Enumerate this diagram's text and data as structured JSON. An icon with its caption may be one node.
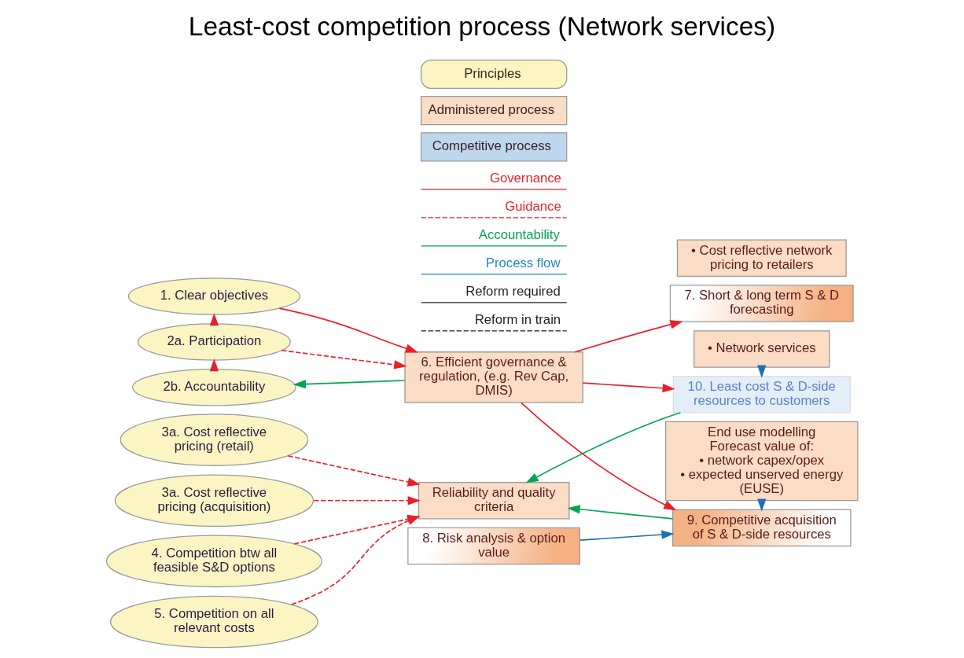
{
  "diagram": {
    "title": "Least-cost competition process (Network services)",
    "nodes": [
      {
        "text": [
          "1. Clear objectives"
        ]
      },
      {
        "text": [
          "2a. Participation"
        ]
      },
      {
        "text": [
          "2b. Accountability"
        ]
      },
      {
        "text": [
          "6. Efficient governance & regulation, (e.g. Rev Cap, DMIS)"
        ]
      },
      {
        "text": [
          "Reliability and quality criteria"
        ]
      },
      {
        "text": [
          "7. Short & long term S & D forecasting"
        ]
      },
      {
        "text": [
          "End use modelling",
          "Forecast value of:",
          "• network capex/opex",
          "• expected unserved energy (EUSE)"
        ]
      },
      {
        "text": [
          "3a. Cost reflective pricing (acquisition)"
        ]
      },
      {
        "text": [
          "9. Competitive acquisition of S & D-side resources"
        ]
      },
      {
        "text": [
          "• Network services"
        ]
      },
      {
        "text": [
          "8. Risk analysis & option value"
        ]
      },
      {
        "text": [
          "4. Competition btw all feasible S&D options"
        ]
      },
      {
        "text": [
          "5. Competition on all relevant costs"
        ]
      },
      {
        "text": [
          "10. Least cost S & D-side resources to customers"
        ]
      },
      {
        "text": [
          "3a. Cost reflective pricing (retail)"
        ]
      },
      {
        "text": [
          "• Cost reflective network pricing to retailers"
        ]
      }
    ],
    "edges": [
      {
        "from": 0,
        "to": 3,
        "arrow": "to",
        "color": "#e8202a"
      },
      {
        "from": 1,
        "to": 3,
        "arrow": "to",
        "style": "dashed",
        "color": "#e8202a"
      },
      {
        "from": 1,
        "to": 0,
        "arrow": "to",
        "color": "#e8202a"
      },
      {
        "from": 2,
        "to": 1,
        "arrow": "to",
        "style": "dashed",
        "color": "#e8202a"
      },
      {
        "from": 3,
        "to": 2,
        "arrow": "to",
        "color": "#00a650"
      },
      {
        "from": 3,
        "to": 5,
        "arrow": "to",
        "color": "#e8202a"
      },
      {
        "from": 3,
        "to": 8,
        "arrow": "to",
        "color": "#e8202a"
      },
      {
        "from": 3,
        "to": 13,
        "arrow": "to",
        "color": "#e8202a"
      },
      {
        "from": 7,
        "to": 4,
        "arrow": "to",
        "style": "dashed",
        "color": "#e8202a"
      },
      {
        "from": 11,
        "to": 4,
        "arrow": "to",
        "style": "dashed",
        "color": "#e8202a"
      },
      {
        "from": 12,
        "to": 4,
        "arrow": "to",
        "style": "dashed",
        "color": "#e8202a"
      },
      {
        "from": 14,
        "to": 4,
        "arrow": "to",
        "style": "dashed",
        "color": "#e8202a"
      },
      {
        "from": 8,
        "to": 4,
        "arrow": "to",
        "color": "#00a650"
      },
      {
        "from": 13,
        "to": 4,
        "arrow": "to",
        "color": "#00a650"
      },
      {
        "from": 6,
        "to": 8,
        "arrow": "to",
        "color": "#1f6fb8"
      },
      {
        "from": 10,
        "to": 8,
        "arrow": "to",
        "color": "#1f6fb8"
      },
      {
        "from": 9,
        "to": 13,
        "arrow": "to",
        "color": "#1f6fb8"
      }
    ],
    "legend": [
      {
        "text": "Principles",
        "color": "#fbf5c4"
      },
      {
        "text": "Administered process",
        "color": "#fbdcc4"
      },
      {
        "text": "Competitive process",
        "color": "#bdd7ee"
      },
      {
        "text": "Governance"
      },
      {
        "text": "Guidance"
      },
      {
        "text": "Accountability"
      },
      {
        "text": "Process flow"
      },
      {
        "text": "Reform required"
      },
      {
        "text": "Reform in train"
      }
    ]
  }
}
